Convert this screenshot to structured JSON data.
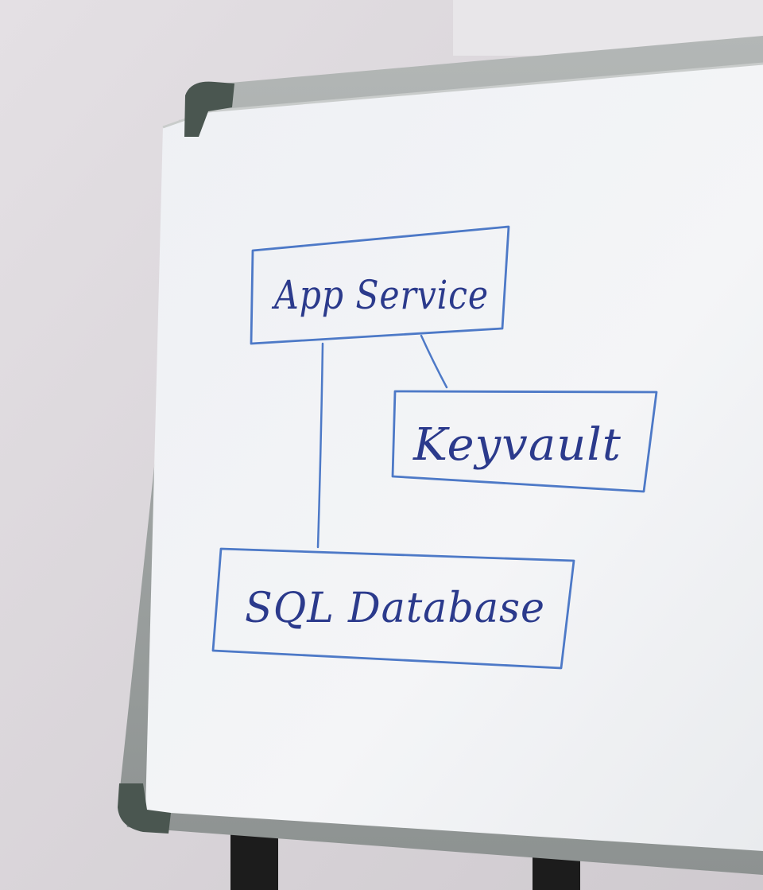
{
  "diagram": {
    "nodes": [
      {
        "id": "app-service",
        "label": "App Service"
      },
      {
        "id": "keyvault",
        "label": "Keyvault"
      },
      {
        "id": "sql-database",
        "label": "SQL Database"
      }
    ],
    "edges": [
      {
        "from": "app-service",
        "to": "keyvault"
      },
      {
        "from": "app-service",
        "to": "sql-database"
      }
    ],
    "colors": {
      "ink": "#2b3a8c",
      "box_stroke": "#4d79c7",
      "wall": "#ddd8dc",
      "board": "#f1f2f5",
      "frame": "#9ea3a2",
      "corner": "#4a5650"
    }
  }
}
